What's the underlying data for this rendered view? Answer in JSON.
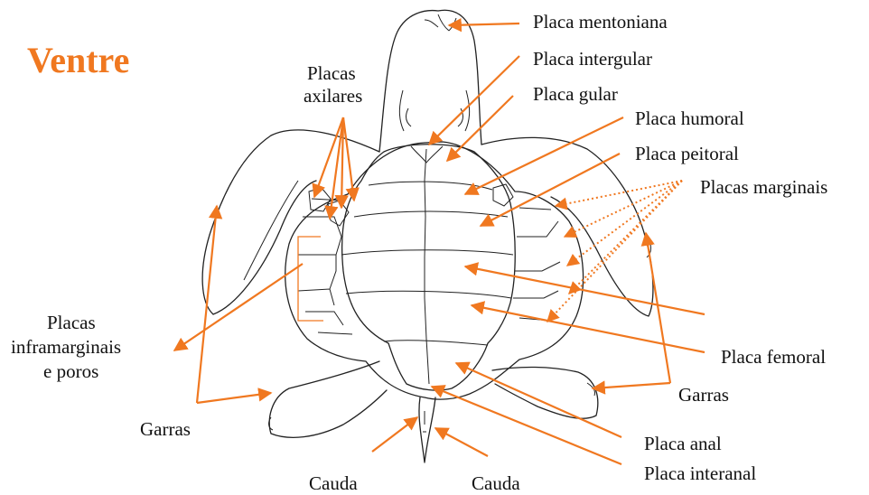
{
  "title": "Ventre",
  "labels": {
    "mentoniana": "Placa mentoniana",
    "intergular": "Placa intergular",
    "gular": "Placa gular",
    "humoral": "Placa humoral",
    "peitoral": "Placa peitoral",
    "marginais": "Placas marginais",
    "axilares_1": "Placas",
    "axilares_2": "axilares",
    "inframarginais_1": "Placas",
    "inframarginais_2": "inframarginais",
    "inframarginais_3": "e poros",
    "femoral": "Placa femoral",
    "garras_left": "Garras",
    "garras_right": "Garras",
    "anal": "Placa anal",
    "interanal": "Placa interanal",
    "cauda_left": "Cauda",
    "cauda_right": "Cauda"
  },
  "colors": {
    "accent": "#f07820",
    "ink": "#222222"
  }
}
